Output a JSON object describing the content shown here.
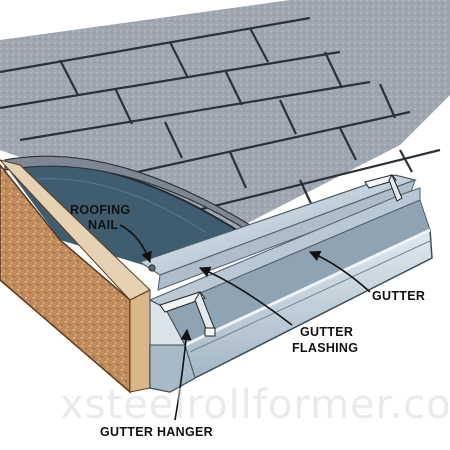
{
  "labels": {
    "roofing_nail_line1": "ROOFING",
    "roofing_nail_line2": "NAIL",
    "gutter": "GUTTER",
    "gutter_flashing_line1": "GUTTER",
    "gutter_flashing_line2": "FLASHING",
    "gutter_hanger": "GUTTER HANGER"
  },
  "watermark": "xsteelrollformer.com",
  "colors": {
    "shingle": "#9aa3ae",
    "shingle_line": "#2c3138",
    "felt": "#3e5a6a",
    "fascia": "#c79a6a",
    "metal": "#c9d6e0",
    "label": "#111111"
  }
}
